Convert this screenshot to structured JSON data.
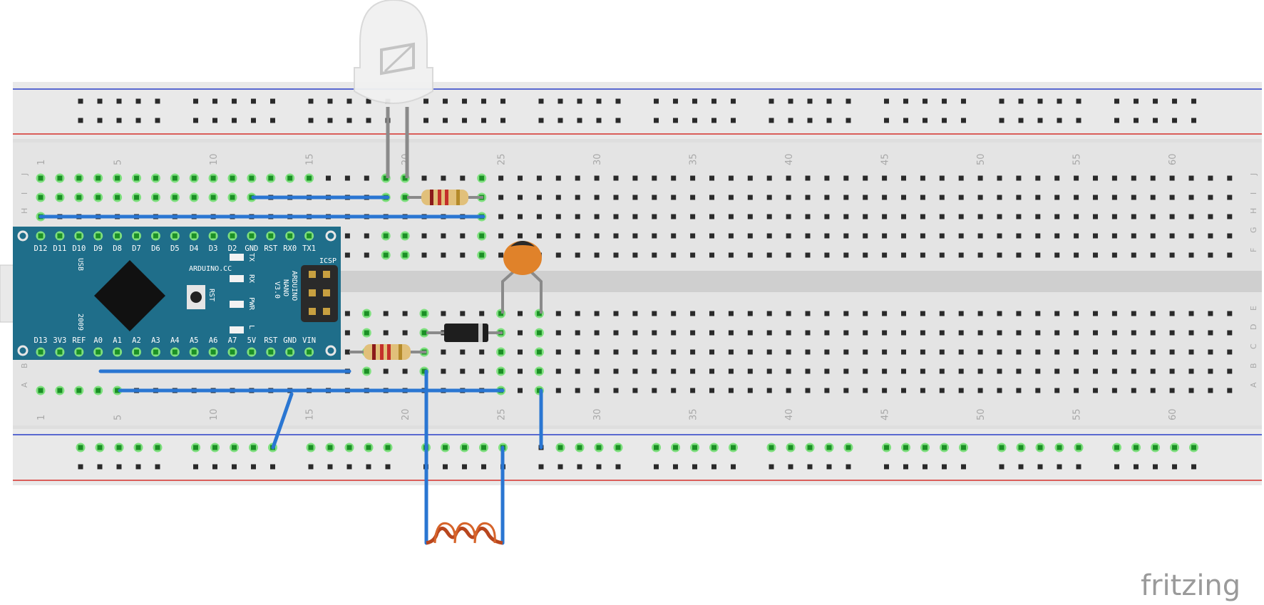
{
  "breadboard": {
    "column_numbers": [
      "1",
      "5",
      "10",
      "15",
      "20",
      "25",
      "30",
      "35",
      "40",
      "45",
      "50",
      "55",
      "60"
    ],
    "row_letters_top": [
      "J",
      "I",
      "H",
      "G",
      "F"
    ],
    "row_letters_bottom": [
      "E",
      "D",
      "C",
      "B",
      "A"
    ]
  },
  "arduino": {
    "top_pins": [
      "D12",
      "D11",
      "D10",
      "D9",
      "D8",
      "D7",
      "D6",
      "D5",
      "D4",
      "D3",
      "D2",
      "GND",
      "RST",
      "RX0",
      "TX1"
    ],
    "bottom_pins": [
      "D13",
      "3V3",
      "REF",
      "A0",
      "A1",
      "A2",
      "A3",
      "A4",
      "A5",
      "A6",
      "A7",
      "5V",
      "RST",
      "GND",
      "VIN"
    ],
    "brand": "ARDUINO.CC",
    "model_lines": [
      "ARDUINO",
      "NANO",
      "V3.0"
    ],
    "icsp": "ICSP",
    "usb": "USB",
    "year": "2009",
    "rst": "RST",
    "leds": [
      "TX",
      "RX",
      "PWR",
      "L"
    ]
  },
  "footer": {
    "logo": "fritzing"
  },
  "colors": {
    "board": "#e6e6e6",
    "rail_red": "#d6302a",
    "rail_blue": "#2b3fc8",
    "wire": "#2a76d2",
    "arduino": "#1f6e8a",
    "active_hole": "#3fd14a"
  }
}
